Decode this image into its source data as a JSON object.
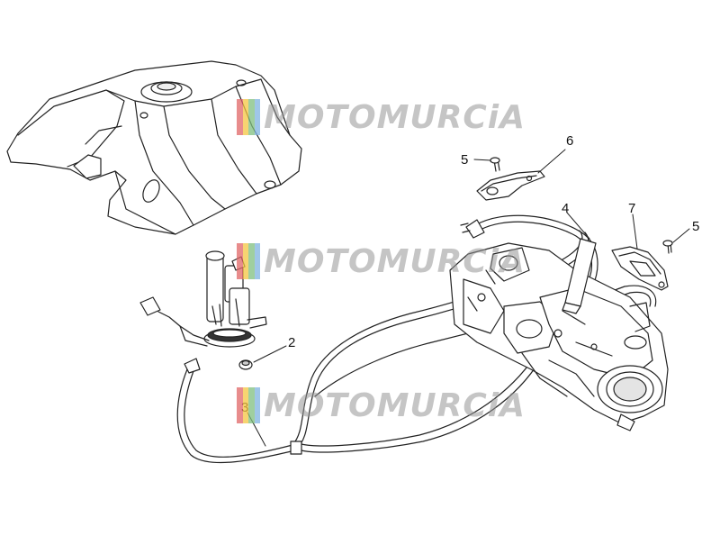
{
  "diagram": {
    "callouts": {
      "c1": "5",
      "c2": "6",
      "c3": "4",
      "c4": "7",
      "c5": "5",
      "c6": "2",
      "c7": "3"
    },
    "watermark": {
      "text": "MOTOMURCiA",
      "flag_colors": [
        "#e06666",
        "#f4c542",
        "#7fbf7f",
        "#7fb3e0"
      ]
    },
    "colors": {
      "line": "#222222",
      "part_fill": "#ffffff",
      "shade": "#dddddd"
    }
  }
}
